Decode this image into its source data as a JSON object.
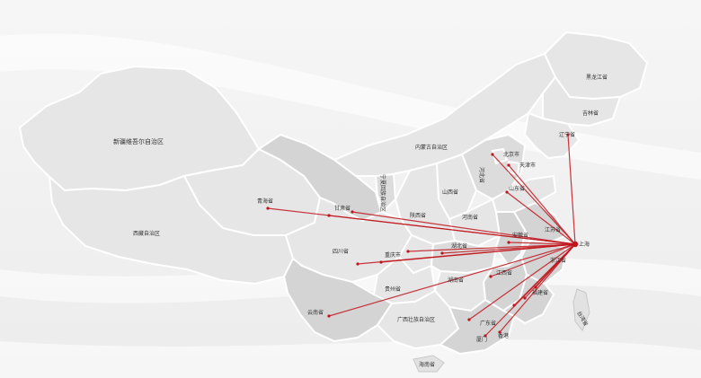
{
  "colors": {
    "route": "#c0151c",
    "province_light": "#e6e6e6",
    "province_dark": "#d4d4d4",
    "background": "#efefef"
  },
  "labels": {
    "xinjiang": "新疆维吾尔自治区",
    "xizang": "西藏自治区",
    "qinghai": "青海省",
    "gansu": "甘肃省",
    "neimenggu": "内蒙古自治区",
    "ningxia": "宁夏回族自治区",
    "heilongjiang": "黑龙江省",
    "jilin": "吉林省",
    "liaoning": "辽宁省",
    "beijing": "北京市",
    "tianjin": "天津市",
    "hebei": "河北省",
    "shanxi": "山西省",
    "shandong": "山东省",
    "henan": "河南省",
    "shaanxi": "陕西省",
    "sichuan": "四川省",
    "chongqing": "重庆市",
    "hubei": "湖北省",
    "anhui": "安徽省",
    "jiangsu": "江苏省",
    "shanghai": "上海",
    "zhejiang": "浙江省",
    "jiangxi": "江西省",
    "hunan": "湖南省",
    "guizhou": "贵州省",
    "yunnan": "云南省",
    "guangxi": "广西壮族自治区",
    "guangdong": "广东省",
    "fujian": "福建省",
    "taiwan": "台湾省",
    "hainan": "海南省",
    "xiamen": "厦门",
    "hongkong": "香港"
  }
}
